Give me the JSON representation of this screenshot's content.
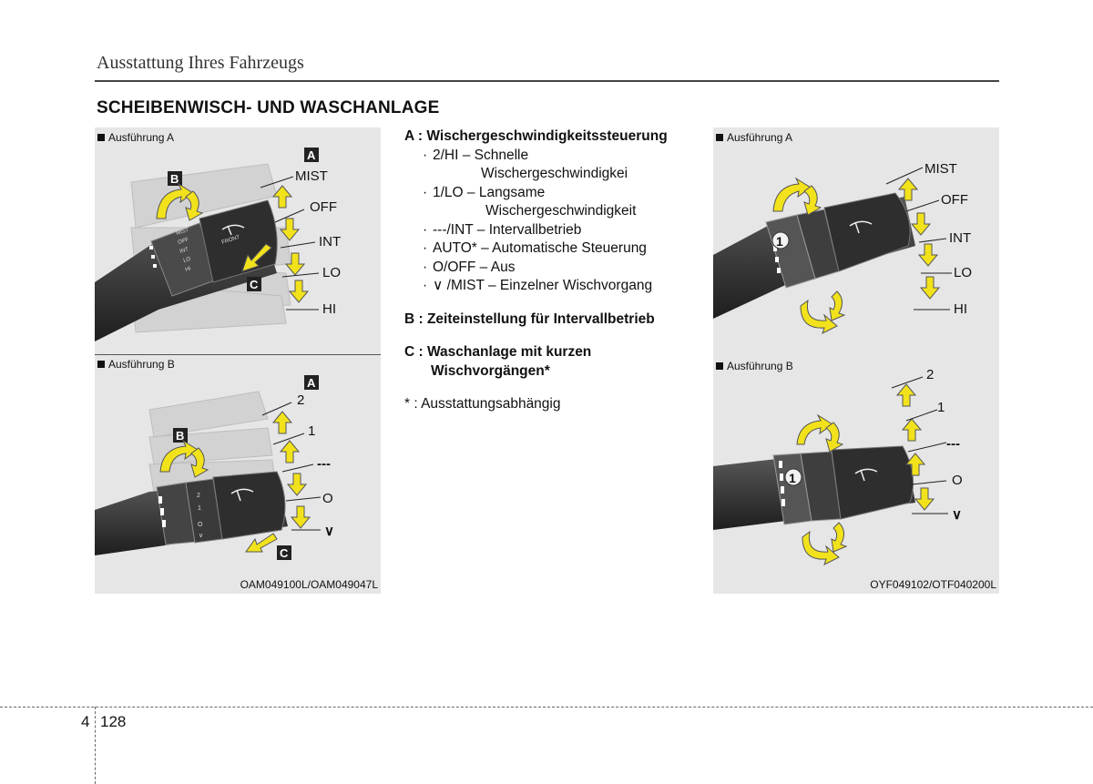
{
  "header": {
    "title": "Ausstattung Ihres Fahrzeugs"
  },
  "section": {
    "title": "SCHEIBENWISCH- UND WASCHANLAGE"
  },
  "left_panel": {
    "top_label": "Ausführung A",
    "bottom_label": "Ausführung B",
    "caption": "OAM049100L/OAM049047L",
    "top_positions": [
      "MIST",
      "OFF",
      "INT",
      "LO",
      "HI"
    ],
    "bottom_positions": [
      "2",
      "1",
      "---",
      "O",
      "∨"
    ],
    "lever_a_marks": [
      "MIST",
      "OFF",
      "INT",
      "LO",
      "HI",
      "FRONT"
    ],
    "lever_b_marks": [
      "2",
      "1",
      "O",
      "∨"
    ],
    "callouts": {
      "a": "A",
      "b": "B",
      "c": "C"
    }
  },
  "right_panel": {
    "top_label": "Ausführung A",
    "bottom_label": "Ausführung B",
    "caption": "OYF049102/OTF040200L",
    "top_positions": [
      "MIST",
      "OFF",
      "INT",
      "LO",
      "HI"
    ],
    "bottom_positions": [
      "2",
      "1",
      "---",
      "O",
      "∨"
    ],
    "knob_number": "1"
  },
  "description": {
    "a_heading": "A : Wischergeschwindigkeitssteuerung",
    "a_items": [
      {
        "bullet": "·",
        "text": "2/HI – Schnelle",
        "cont": "Wischergeschwindigkei"
      },
      {
        "bullet": "·",
        "text": "1/LO – Langsame",
        "cont": "Wischergeschwindigkeit"
      },
      {
        "bullet": "·",
        "text": "---/INT – Intervallbetrieb"
      },
      {
        "bullet": "·",
        "text": "AUTO* – Automatische Steuerung"
      },
      {
        "bullet": "·",
        "text": "O/OFF – Aus"
      },
      {
        "bullet": "·",
        "text": "∨ /MIST – Einzelner Wischvorgang"
      }
    ],
    "b_heading": "B : Zeiteinstellung für Intervallbetrieb",
    "c_heading_1": "C : Waschanlage mit kurzen",
    "c_heading_2": "Wischvorgängen*",
    "note": "* : Ausstattungsabhängig"
  },
  "footer": {
    "chapter": "4",
    "page": "128"
  },
  "colors": {
    "arrow_yellow": "#f2e21c",
    "panel_bg": "#e6e6e6",
    "lever_dark": "#3a3a3a"
  }
}
